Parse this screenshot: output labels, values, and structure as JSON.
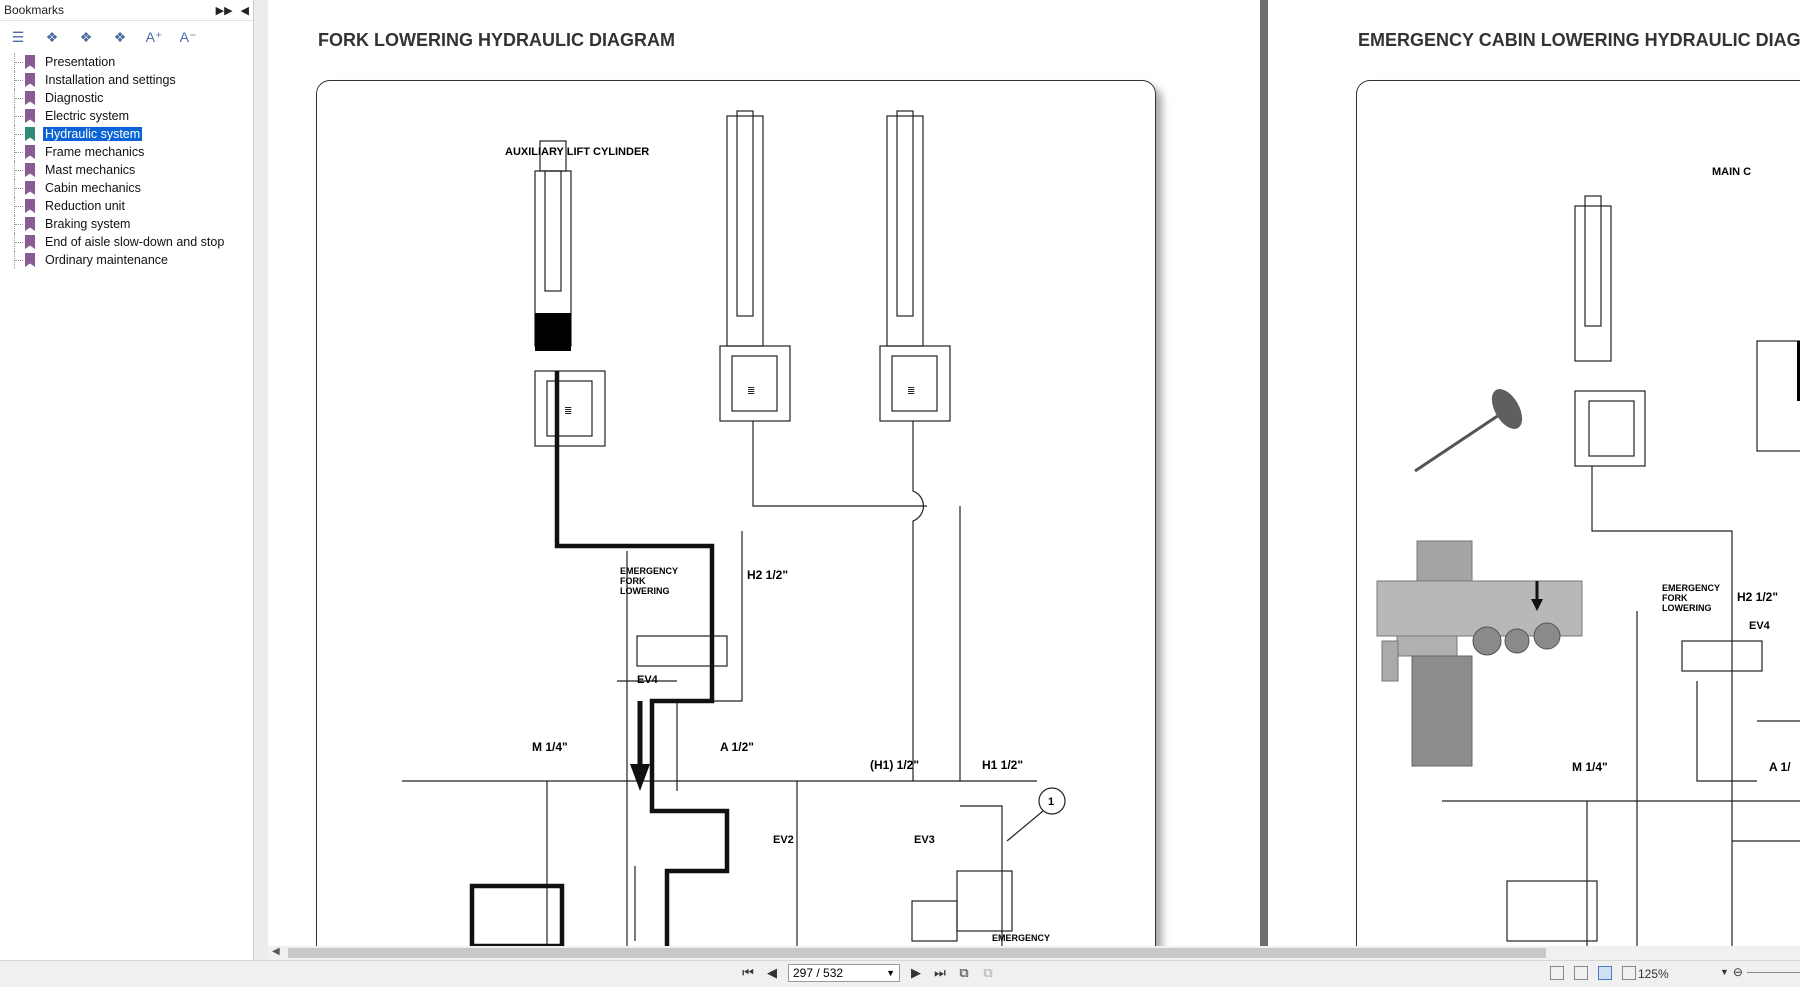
{
  "sidebar": {
    "title": "Bookmarks",
    "items": [
      {
        "label": "Presentation"
      },
      {
        "label": "Installation and settings"
      },
      {
        "label": "Diagnostic"
      },
      {
        "label": "Electric system"
      },
      {
        "label": "Hydraulic system"
      },
      {
        "label": "Frame mechanics"
      },
      {
        "label": "Mast mechanics"
      },
      {
        "label": "Cabin mechanics"
      },
      {
        "label": "Reduction unit"
      },
      {
        "label": "Braking system"
      },
      {
        "label": "End of aisle slow-down and stop"
      },
      {
        "label": "Ordinary maintenance"
      }
    ],
    "selected_item": "Hydraulic system"
  },
  "page1": {
    "title": "FORK LOWERING HYDRAULIC DIAGRAM",
    "labels": {
      "aux_cyl": "AUXILIARY LIFT CYLINDER",
      "emerg": "EMERGENCY",
      "fork": "FORK",
      "lowering": "LOWERING",
      "h2": "H2 1/2\"",
      "ev4": "EV4",
      "m14": "M 1/4\"",
      "a12": "A 1/2\"",
      "h1p": "(H1) 1/2\"",
      "h1": "H1 1/2\"",
      "one": "1",
      "ev2": "EV2",
      "ev3": "EV3",
      "emergency_bottom": "EMERGENCY"
    }
  },
  "page2": {
    "title": "EMERGENCY CABIN LOWERING HYDRAULIC DIAG",
    "labels": {
      "main": "MAIN C",
      "emerg": "EMERGENCY",
      "fork": "FORK",
      "lowering": "LOWERING",
      "h2": "H2 1/2\"",
      "ev4": "EV4",
      "m14": "M 1/4\"",
      "a12": "A 1/"
    }
  },
  "status": {
    "page_indicator": "297 / 532",
    "zoom": "125%"
  }
}
